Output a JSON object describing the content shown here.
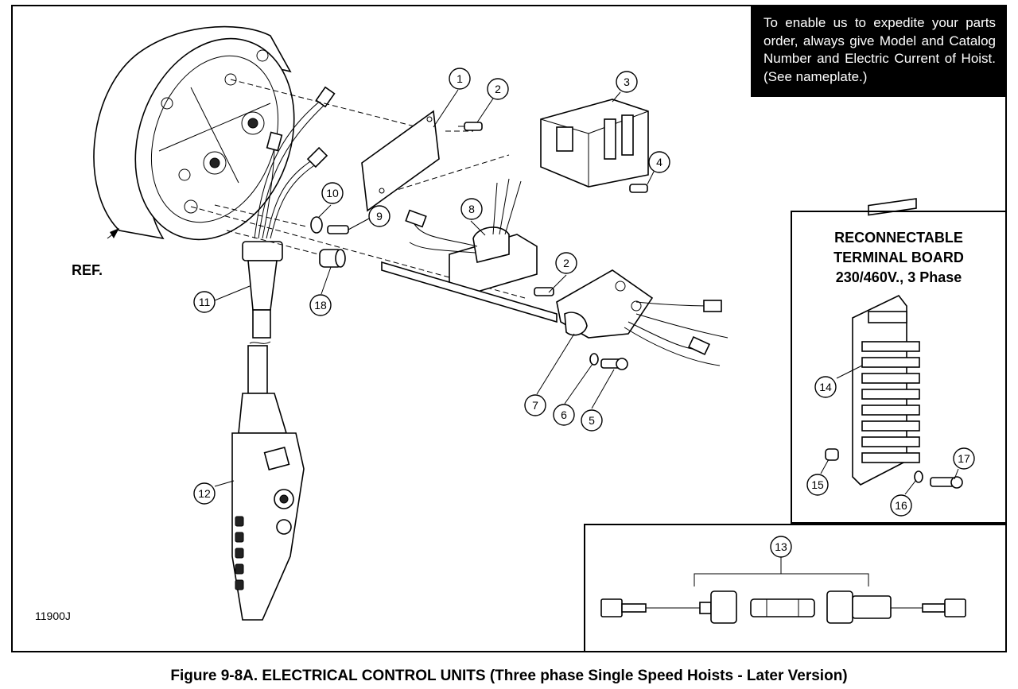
{
  "notice": {
    "text": "To enable us to expedite your parts order, always give Model and Catalog Number and Electric Current of Hoist. (See nameplate.)"
  },
  "terminal_board": {
    "title_line1": "RECONNECTABLE",
    "title_line2": "TERMINAL BOARD",
    "title_line3": "230/460V., 3 Phase"
  },
  "ref_label": "REF.",
  "drawing_id": "11900J",
  "caption": "Figure 9-8A. ELECTRICAL CONTROL UNITS (Three phase Single Speed Hoists - Later Version)",
  "callouts": {
    "c1": "1",
    "c2a": "2",
    "c2b": "2",
    "c3": "3",
    "c4": "4",
    "c5": "5",
    "c6": "6",
    "c7": "7",
    "c8": "8",
    "c9": "9",
    "c10": "10",
    "c11": "11",
    "c12": "12",
    "c13": "13",
    "c14": "14",
    "c15": "15",
    "c16": "16",
    "c17": "17",
    "c18": "18"
  }
}
